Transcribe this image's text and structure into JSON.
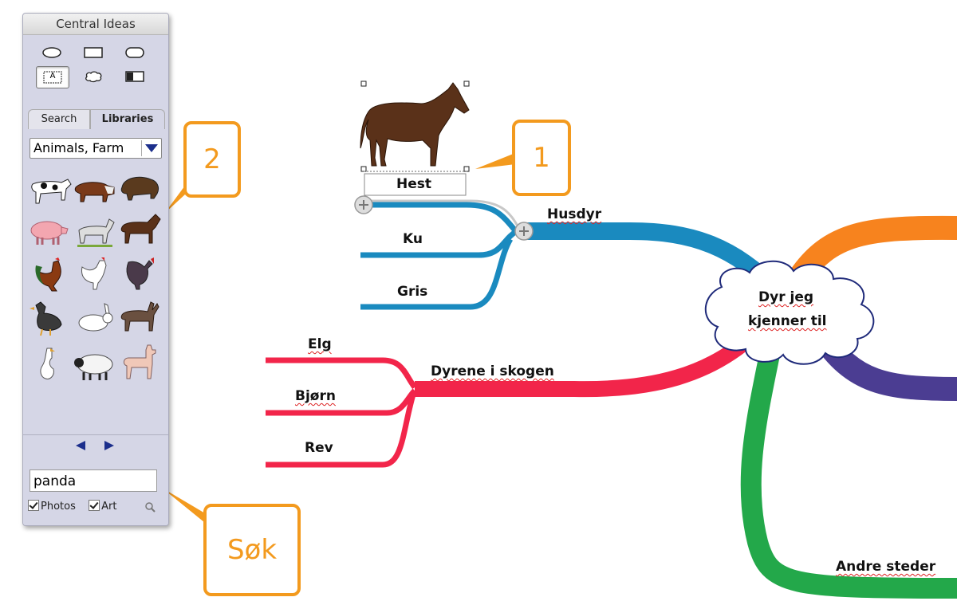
{
  "palette": {
    "title": "Central Ideas",
    "tabs": {
      "search": "Search",
      "libraries": "Libraries"
    },
    "library_select": "Animals, Farm",
    "search_value": "panda",
    "checkboxes": {
      "photos": "Photos",
      "art": "Art"
    },
    "shape_a_label": "A",
    "thumbnails": [
      "cow",
      "bull",
      "buffalo",
      "pig",
      "goat",
      "horse",
      "rooster",
      "hen",
      "turkey",
      "duck",
      "rabbit",
      "donkey",
      "goose",
      "sheep",
      "llama"
    ]
  },
  "mindmap": {
    "central": "Dyr jeg kjenner til",
    "central_lines": [
      "Dyr jeg",
      "kjenner til"
    ],
    "branches": {
      "husdyr": {
        "label": "Husdyr",
        "color": "#1a8abf",
        "children": [
          "Hest",
          "Ku",
          "Gris"
        ]
      },
      "skogen": {
        "label": "Dyrene i skogen",
        "color": "#f2254a",
        "children": [
          "Elg",
          "Bjørn",
          "Rev"
        ]
      },
      "andre": {
        "label": "Andre steder",
        "color": "#23a84a"
      },
      "orange_color": "#f7831e",
      "purple_color": "#4b3d92"
    }
  },
  "callouts": {
    "one": "1",
    "two": "2",
    "sok": "Søk"
  },
  "colors": {
    "callout": "#f39a1e"
  }
}
